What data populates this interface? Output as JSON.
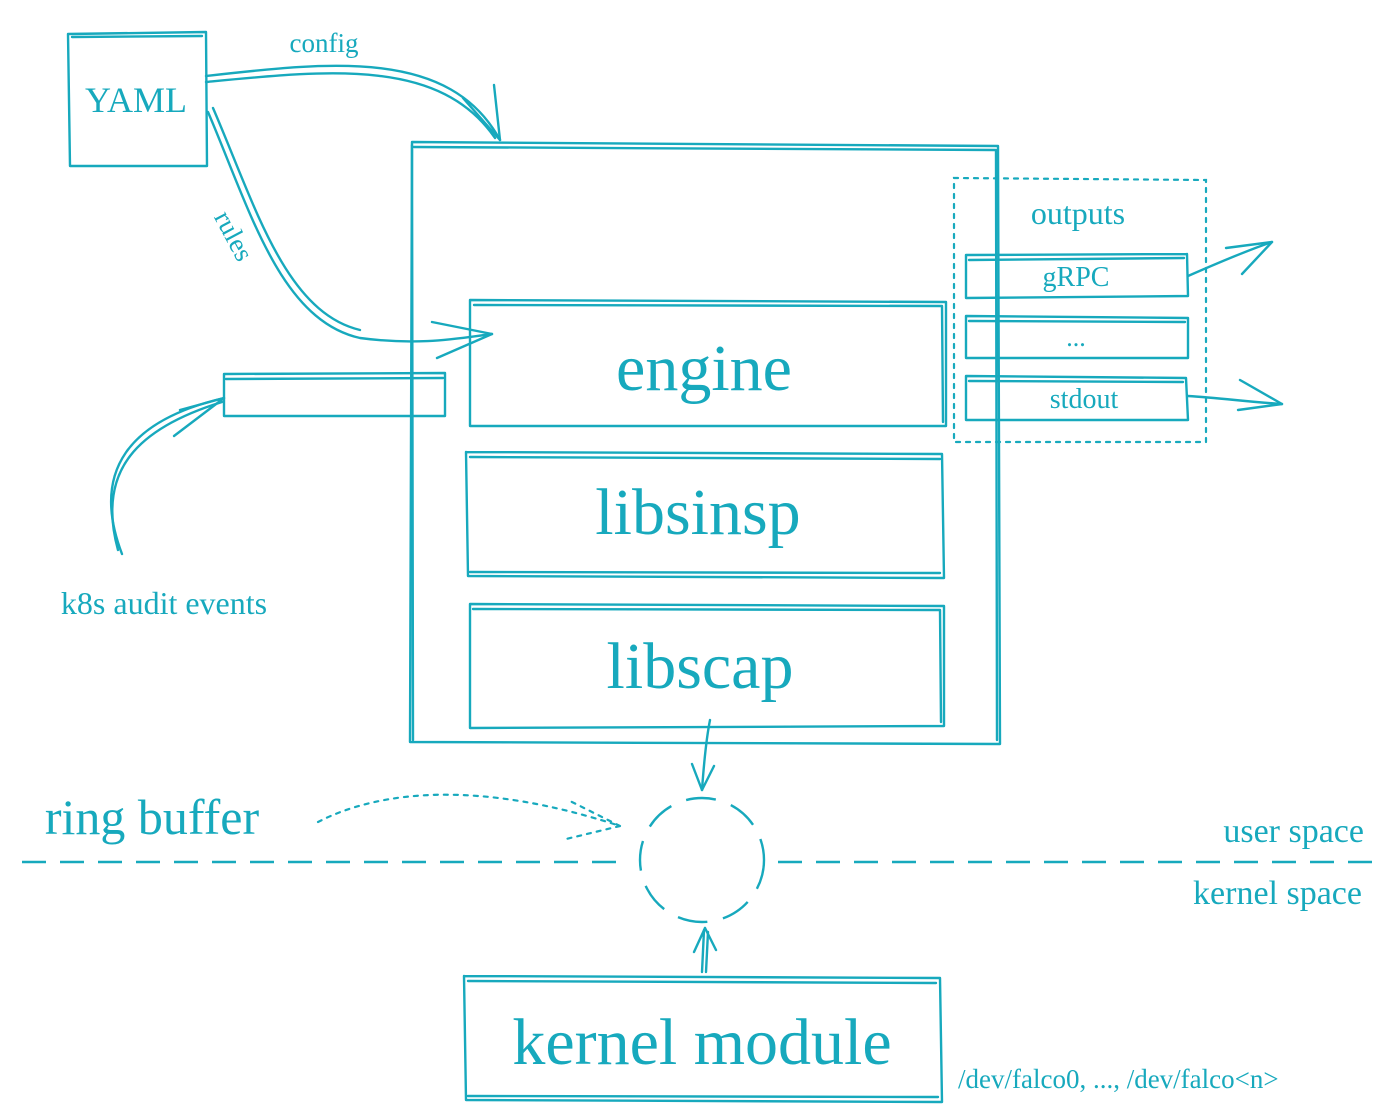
{
  "diagram": {
    "yaml": "YAML",
    "config": "config",
    "rules": "rules",
    "k8s": "k8s audit events",
    "engine": "engine",
    "libsinsp": "libsinsp",
    "libscap": "libscap",
    "outputs": "outputs",
    "grpc": "gRPC",
    "ellipsis": "...",
    "stdout": "stdout",
    "ring_buffer": "ring buffer",
    "user_space": "user space",
    "kernel_space": "kernel space",
    "kernel_module": "kernel module",
    "devices": "/dev/falco0, ..., /dev/falco<n>"
  },
  "colors": {
    "accent": "#17a9bd"
  }
}
